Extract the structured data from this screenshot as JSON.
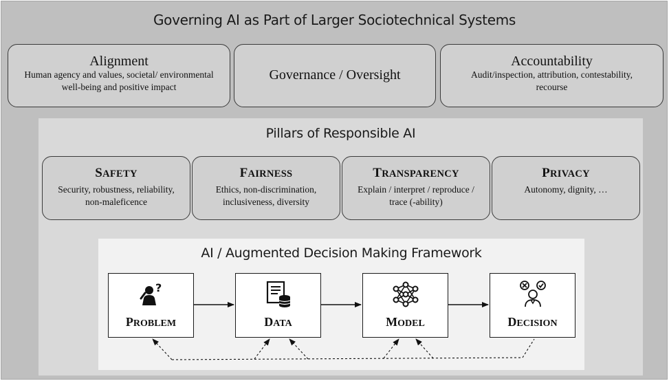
{
  "title": "Governing AI as Part of Larger Sociotechnical Systems",
  "top_cards": [
    {
      "heading": "Alignment",
      "desc": "Human agency and values, societal/ environmental well-being and positive impact"
    },
    {
      "heading": "Governance / Oversight",
      "desc": ""
    },
    {
      "heading": "Accountability",
      "desc": "Audit/inspection, attribution, contestability, recourse"
    }
  ],
  "pillars_title": "Pillars of Responsible AI",
  "pillars": [
    {
      "first": "S",
      "rest": "AFETY",
      "desc": "Security, robustness, reliability, non-maleficence"
    },
    {
      "first": "F",
      "rest": "AIRNESS",
      "desc": "Ethics, non-discrimination, inclusiveness, diversity"
    },
    {
      "first": "T",
      "rest": "RANSPARENCY",
      "desc": "Explain / interpret / reproduce / trace (-ability)"
    },
    {
      "first": "P",
      "rest": "RIVACY",
      "desc": "Autonomy, dignity, …"
    }
  ],
  "framework_title": "AI / Augmented Decision Making Framework",
  "stages": [
    {
      "first": "P",
      "rest": "ROBLEM",
      "icon": "person-question-icon"
    },
    {
      "first": "D",
      "rest": "ATA",
      "icon": "document-database-icon"
    },
    {
      "first": "M",
      "rest": "ODEL",
      "icon": "neural-network-icon"
    },
    {
      "first": "D",
      "rest": "ECISION",
      "icon": "person-choice-icon"
    }
  ]
}
